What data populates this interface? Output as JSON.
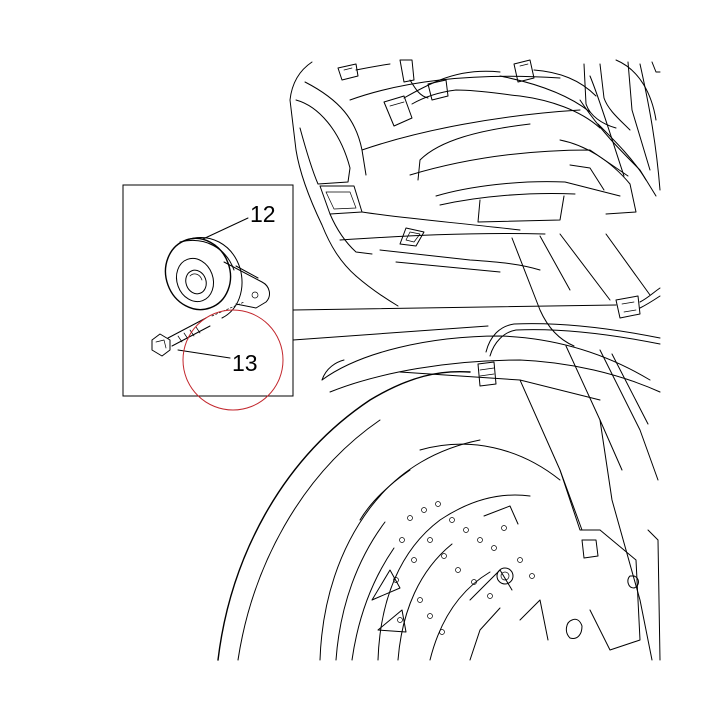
{
  "callouts": [
    {
      "id": "12",
      "label": "12"
    },
    {
      "id": "13",
      "label": "13"
    }
  ],
  "highlight": {
    "target": "13",
    "color": "#c2272d"
  },
  "line_color": "#000000",
  "background": "#ffffff"
}
